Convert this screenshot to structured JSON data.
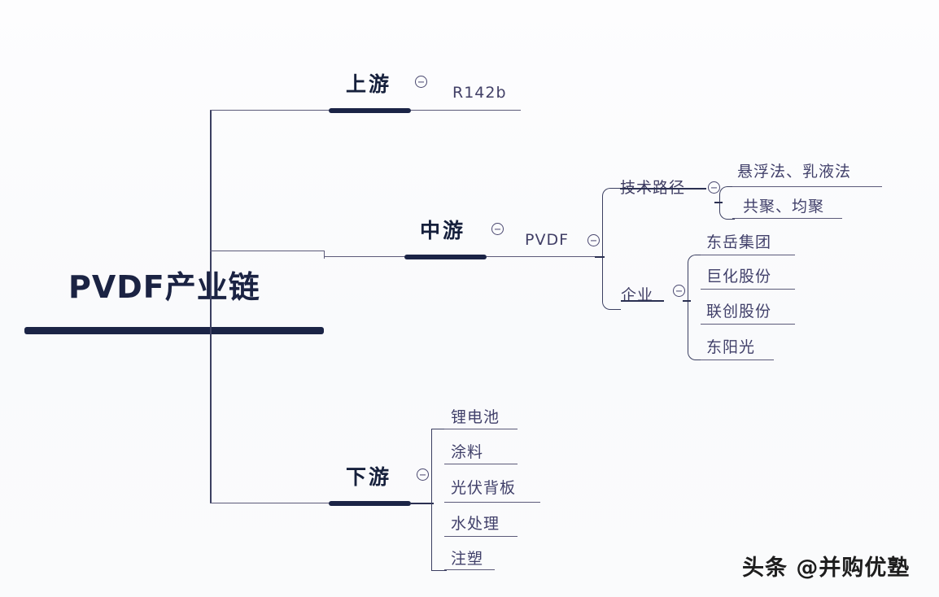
{
  "diagram": {
    "type": "mind-map",
    "root": {
      "label": "PVDF产业链",
      "toggle_icon": "collapse-circle-icon"
    },
    "branches": [
      {
        "id": "upstream",
        "label": "上游",
        "toggle_icon": "collapse-circle-icon",
        "children": [
          {
            "label": "R142b"
          }
        ]
      },
      {
        "id": "midstream",
        "label": "中游",
        "toggle_icon": "collapse-circle-icon",
        "children": [
          {
            "label": "PVDF",
            "toggle_icon": "collapse-circle-icon",
            "children": [
              {
                "label": "技术路径",
                "toggle_icon": "collapse-circle-icon",
                "children": [
                  {
                    "label": "悬浮法、乳液法"
                  },
                  {
                    "label": "共聚、均聚"
                  }
                ]
              },
              {
                "label": "企业",
                "toggle_icon": "collapse-circle-icon",
                "children": [
                  {
                    "label": "东岳集团"
                  },
                  {
                    "label": "巨化股份"
                  },
                  {
                    "label": "联创股份"
                  },
                  {
                    "label": "东阳光"
                  }
                ]
              }
            ]
          }
        ]
      },
      {
        "id": "downstream",
        "label": "下游",
        "toggle_icon": "collapse-circle-icon",
        "children": [
          {
            "label": "锂电池"
          },
          {
            "label": "涂料"
          },
          {
            "label": "光伏背板"
          },
          {
            "label": "水处理"
          },
          {
            "label": "注塑"
          }
        ]
      }
    ]
  },
  "watermark": {
    "text": "头条 @并购优塾"
  },
  "colors": {
    "background": "#fafbfc",
    "spine": "#1b2446",
    "line": "#3b3f61",
    "text": "#3c3a5e",
    "root_text": "#1b2343"
  }
}
